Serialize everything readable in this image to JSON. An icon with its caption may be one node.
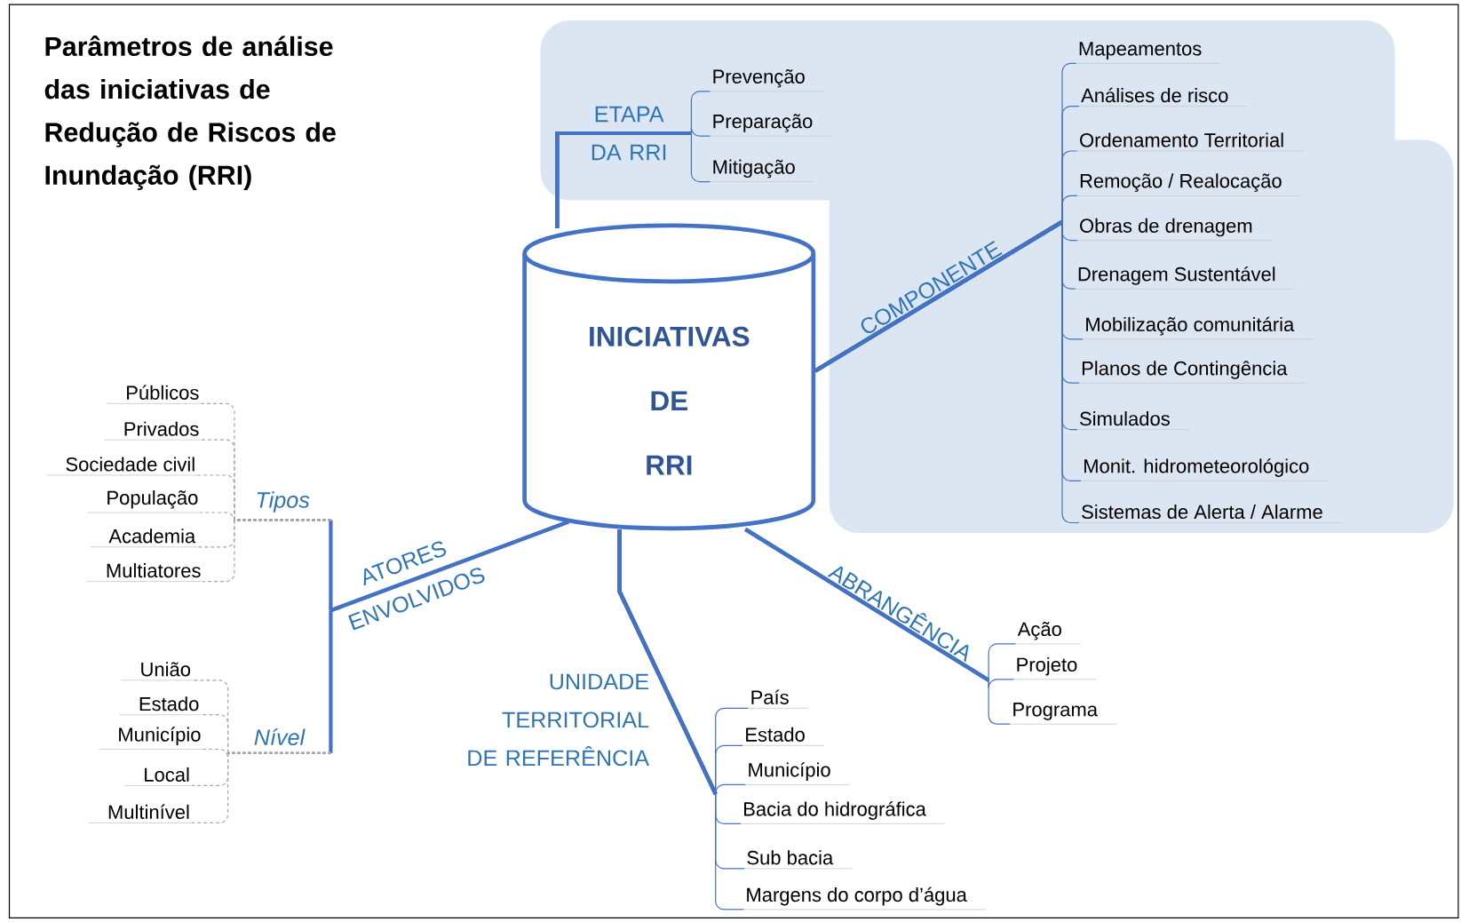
{
  "diagram": {
    "title": "Parâmetros de análise das iniciativas de Redução de Riscos de Inundação (RRI)",
    "nodes": [
      {
        "text": [
          "INICIATIVAS DE RRI"
        ]
      },
      {
        "text": [
          "Prevenção"
        ]
      },
      {
        "text": [
          "Preparação"
        ]
      },
      {
        "text": [
          "Mitigação"
        ]
      },
      {
        "text": [
          "Mapeamentos"
        ]
      },
      {
        "text": [
          "Análises de risco"
        ]
      },
      {
        "text": [
          "Ordenamento Territorial"
        ]
      },
      {
        "text": [
          "Remoção / Realocação"
        ]
      },
      {
        "text": [
          "Obras de drenagem"
        ]
      },
      {
        "text": [
          "Drenagem Sustentável"
        ]
      },
      {
        "text": [
          "Mobilização comunitária"
        ]
      },
      {
        "text": [
          "Planos de Contingência"
        ]
      },
      {
        "text": [
          "Simulados"
        ]
      },
      {
        "text": [
          "Monit. hidrometeorológico"
        ]
      },
      {
        "text": [
          "Sistemas de Alerta / Alarme"
        ]
      },
      {
        "text": [
          "Tipos"
        ]
      },
      {
        "text": [
          "Nível"
        ]
      },
      {
        "text": [
          "Públicos"
        ]
      },
      {
        "text": [
          "Privados"
        ]
      },
      {
        "text": [
          "Sociedade civil"
        ]
      },
      {
        "text": [
          "População"
        ]
      },
      {
        "text": [
          "Academia"
        ]
      },
      {
        "text": [
          "Multiatores"
        ]
      },
      {
        "text": [
          "União"
        ]
      },
      {
        "text": [
          "Estado"
        ]
      },
      {
        "text": [
          "Município"
        ]
      },
      {
        "text": [
          "Local"
        ]
      },
      {
        "text": [
          "Multinível"
        ]
      },
      {
        "text": [
          "País"
        ]
      },
      {
        "text": [
          "Estado"
        ]
      },
      {
        "text": [
          "Município"
        ]
      },
      {
        "text": [
          "Bacia do hidrográfica"
        ]
      },
      {
        "text": [
          "Sub bacia"
        ]
      },
      {
        "text": [
          "Margens do corpo d’água"
        ]
      },
      {
        "text": [
          "Ação"
        ]
      },
      {
        "text": [
          "Projeto"
        ]
      },
      {
        "text": [
          "Programa"
        ]
      }
    ],
    "edges": [
      {
        "from": 0,
        "to": 1,
        "arrow": "none",
        "label": "ETAPA DA RRI",
        "color": "#4472c4"
      },
      {
        "from": 0,
        "to": 2,
        "arrow": "none",
        "color": "#4472c4"
      },
      {
        "from": 0,
        "to": 3,
        "arrow": "none",
        "color": "#4472c4"
      },
      {
        "from": 0,
        "to": 4,
        "arrow": "none",
        "label": "COMPONENTE",
        "color": "#4472c4"
      },
      {
        "from": 0,
        "to": 5,
        "arrow": "none",
        "color": "#4472c4"
      },
      {
        "from": 0,
        "to": 6,
        "arrow": "none",
        "color": "#4472c4"
      },
      {
        "from": 0,
        "to": 7,
        "arrow": "none",
        "color": "#4472c4"
      },
      {
        "from": 0,
        "to": 8,
        "arrow": "none",
        "color": "#4472c4"
      },
      {
        "from": 0,
        "to": 9,
        "arrow": "none",
        "color": "#4472c4"
      },
      {
        "from": 0,
        "to": 10,
        "arrow": "none",
        "color": "#4472c4"
      },
      {
        "from": 0,
        "to": 11,
        "arrow": "none",
        "color": "#4472c4"
      },
      {
        "from": 0,
        "to": 12,
        "arrow": "none",
        "color": "#4472c4"
      },
      {
        "from": 0,
        "to": 13,
        "arrow": "none",
        "color": "#4472c4"
      },
      {
        "from": 0,
        "to": 14,
        "arrow": "none",
        "color": "#4472c4"
      },
      {
        "from": 0,
        "to": 15,
        "arrow": "none",
        "label": "ATORES ENVOLVIDOS",
        "color": "#4472c4"
      },
      {
        "from": 0,
        "to": 16,
        "arrow": "none",
        "color": "#4472c4"
      },
      {
        "from": 15,
        "to": 17,
        "arrow": "none",
        "style": "dashed",
        "color": "#a6a6a6"
      },
      {
        "from": 15,
        "to": 18,
        "arrow": "none",
        "style": "dashed",
        "color": "#a6a6a6"
      },
      {
        "from": 15,
        "to": 19,
        "arrow": "none",
        "style": "dashed",
        "color": "#a6a6a6"
      },
      {
        "from": 15,
        "to": 20,
        "arrow": "none",
        "style": "dashed",
        "color": "#a6a6a6"
      },
      {
        "from": 15,
        "to": 21,
        "arrow": "none",
        "style": "dashed",
        "color": "#a6a6a6"
      },
      {
        "from": 15,
        "to": 22,
        "arrow": "none",
        "style": "dashed",
        "color": "#a6a6a6"
      },
      {
        "from": 16,
        "to": 23,
        "arrow": "none",
        "style": "dashed",
        "color": "#a6a6a6"
      },
      {
        "from": 16,
        "to": 24,
        "arrow": "none",
        "style": "dashed",
        "color": "#a6a6a6"
      },
      {
        "from": 16,
        "to": 25,
        "arrow": "none",
        "style": "dashed",
        "color": "#a6a6a6"
      },
      {
        "from": 16,
        "to": 26,
        "arrow": "none",
        "style": "dashed",
        "color": "#a6a6a6"
      },
      {
        "from": 16,
        "to": 27,
        "arrow": "none",
        "style": "dashed",
        "color": "#a6a6a6"
      },
      {
        "from": 0,
        "to": 28,
        "arrow": "none",
        "label": "UNIDADE TERRITORIAL DE REFERÊNCIA",
        "color": "#4472c4"
      },
      {
        "from": 0,
        "to": 29,
        "arrow": "none",
        "color": "#4472c4"
      },
      {
        "from": 0,
        "to": 30,
        "arrow": "none",
        "color": "#4472c4"
      },
      {
        "from": 0,
        "to": 31,
        "arrow": "none",
        "color": "#4472c4"
      },
      {
        "from": 0,
        "to": 32,
        "arrow": "none",
        "color": "#4472c4"
      },
      {
        "from": 0,
        "to": 33,
        "arrow": "none",
        "color": "#4472c4"
      },
      {
        "from": 0,
        "to": 34,
        "arrow": "none",
        "label": "ABRANGÊNCIA",
        "color": "#4472c4"
      },
      {
        "from": 0,
        "to": 35,
        "arrow": "none",
        "color": "#4472c4"
      },
      {
        "from": 0,
        "to": 36,
        "arrow": "none",
        "color": "#4472c4"
      }
    ]
  }
}
